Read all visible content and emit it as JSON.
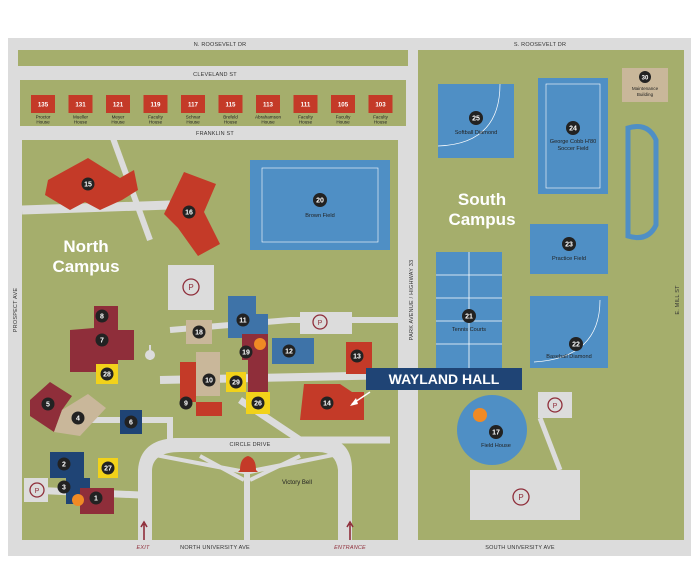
{
  "roads": {
    "north_roosevelt": "N. ROOSEVELT DR",
    "south_roosevelt": "S. ROOSEVELT DR",
    "cleveland": "CLEVELAND ST",
    "franklin": "FRANKLIN ST",
    "prospect": "PROSPECT AVE",
    "park_ave": "PARK AVENUE / HIGHWAY 33",
    "mill": "E. MILL ST",
    "circle_drive": "CIRCLE DRIVE",
    "north_university": "NORTH UNIVERSITY AVE",
    "south_university": "SOUTH UNIVERSITY AVE",
    "exit": "EXIT",
    "entrance": "ENTRANCE"
  },
  "campus_labels": {
    "north_1": "North",
    "north_2": "Campus",
    "south_1": "South",
    "south_2": "Campus"
  },
  "callout": "WAYLAND HALL",
  "victory_bell": "Victory Bell",
  "parking_symbol": "P",
  "houses": [
    {
      "num": "135",
      "name_1": "Proctor",
      "name_2": "House"
    },
    {
      "num": "131",
      "name_1": "Mueller",
      "name_2": "House"
    },
    {
      "num": "121",
      "name_1": "Meyer",
      "name_2": "House"
    },
    {
      "num": "119",
      "name_1": "Faculty",
      "name_2": "House"
    },
    {
      "num": "117",
      "name_1": "Schnar",
      "name_2": "House"
    },
    {
      "num": "115",
      "name_1": "Brefeld",
      "name_2": "House"
    },
    {
      "num": "113",
      "name_1": "Abrahamson",
      "name_2": "House"
    },
    {
      "num": "111",
      "name_1": "Faculty",
      "name_2": "House"
    },
    {
      "num": "105",
      "name_1": "Faculty",
      "name_2": "House"
    },
    {
      "num": "103",
      "name_1": "Faculty",
      "name_2": "House"
    }
  ],
  "fields": {
    "brown": {
      "num": "20",
      "name": "Brown Field"
    },
    "softball": {
      "num": "25",
      "name": "Softball Diamond"
    },
    "soccer": {
      "num": "24",
      "name_1": "George Cobb H'80",
      "name_2": "Soccer Field"
    },
    "practice": {
      "num": "23",
      "name": "Practice Field"
    },
    "tennis": {
      "num": "21",
      "name": "Tennis Courts"
    },
    "baseball": {
      "num": "22",
      "name": "Baseball Diamond"
    },
    "fieldhouse": {
      "num": "17",
      "name": "Field House"
    },
    "maintenance": {
      "num": "30",
      "name_1": "Maintenance",
      "name_2": "Building"
    }
  },
  "buildings": {
    "b1": "1",
    "b2": "2",
    "b3": "3",
    "b4": "4",
    "b5": "5",
    "b6": "6",
    "b7": "7",
    "b8": "8",
    "b9": "9",
    "b10": "10",
    "b11": "11",
    "b12": "12",
    "b13": "13",
    "b14": "14",
    "b15": "15",
    "b16": "16",
    "b18": "18",
    "b19": "19",
    "b26": "26",
    "b27": "27",
    "b28": "28",
    "b29": "29"
  },
  "colors": {
    "grass": "#a5ae6c",
    "path": "#d8d8d8",
    "brown_red": "#8f2e3a",
    "red": "#c43a28",
    "blue": "#3e73a8",
    "field_blue": "#4f8fc5",
    "tan": "#c9b79a",
    "navy": "#1f4475",
    "yellow": "#f2d21a"
  }
}
